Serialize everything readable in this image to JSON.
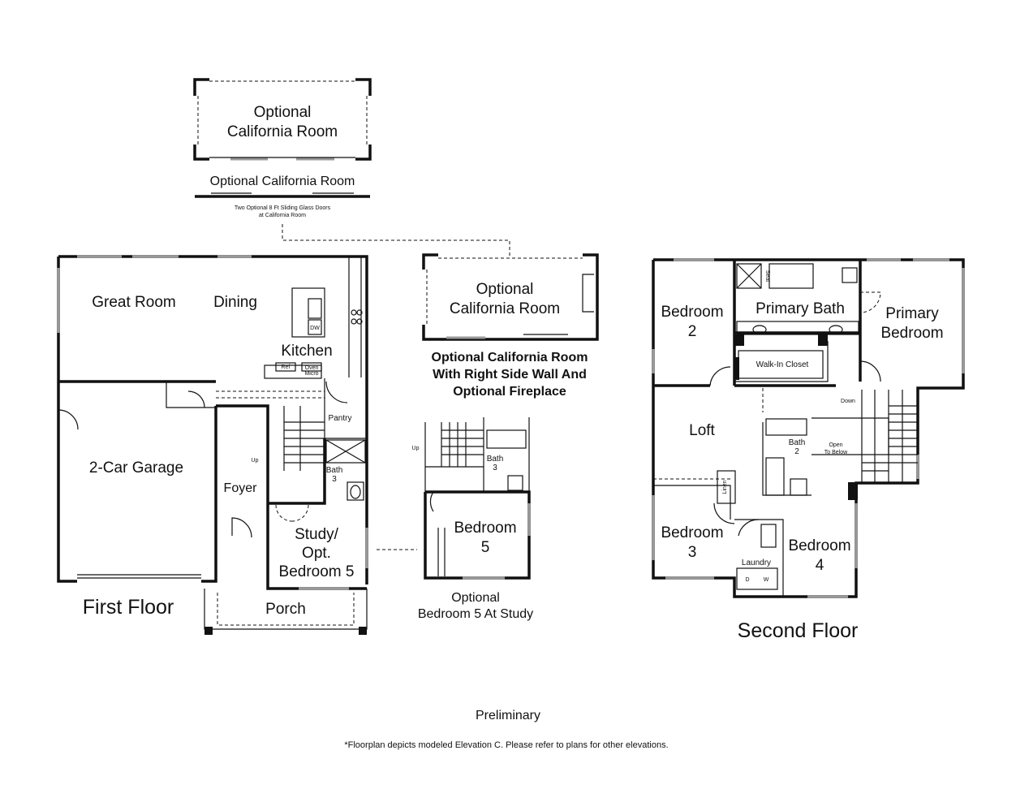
{
  "top_option": {
    "room_label": "Optional\nCalifornia Room",
    "title": "Optional California Room",
    "note": "Two Optional 8 Ft Sliding Glass Doors\nat California Room"
  },
  "right_option": {
    "room_label": "Optional\nCalifornia Room",
    "caption": "Optional California Room\nWith Right Side Wall And\nOptional Fireplace"
  },
  "bed5_option": {
    "room_label": "Bedroom\n5",
    "bath_label": "Bath\n3",
    "up_label": "Up",
    "caption": "Optional\nBedroom 5 At Study"
  },
  "first_floor": {
    "title": "First Floor",
    "rooms": {
      "great_room": "Great Room",
      "dining": "Dining",
      "kitchen": "Kitchen",
      "garage": "2-Car Garage",
      "foyer": "Foyer",
      "pantry": "Pantry",
      "bath3": "Bath\n3",
      "study": "Study/\nOpt.\nBedroom 5",
      "porch": "Porch",
      "up": "Up",
      "ref": "Ref",
      "oven": "Oven\nMicro",
      "dw": "DW"
    }
  },
  "second_floor": {
    "title": "Second Floor",
    "rooms": {
      "bedroom2": "Bedroom\n2",
      "primary_bath": "Primary Bath",
      "primary_bedroom": "Primary\nBedroom",
      "walkin": "Walk-In Closet",
      "loft": "Loft",
      "bath2": "Bath\n2",
      "open_below": "Open\nTo Below",
      "down": "Down",
      "bedroom3": "Bedroom\n3",
      "bedroom4": "Bedroom\n4",
      "linen": "Linen",
      "laundry": "Laundry",
      "d": "D",
      "w": "W",
      "seat": "Seat"
    }
  },
  "footer": {
    "preliminary": "Preliminary",
    "disclaimer": "*Floorplan depicts modeled Elevation C. Please refer to plans for other elevations."
  }
}
